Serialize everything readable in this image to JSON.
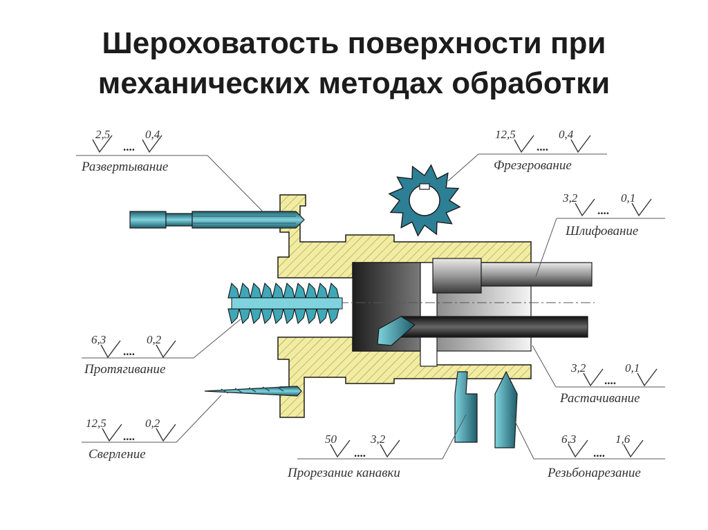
{
  "title": {
    "line1": "Шероховатость поверхности при",
    "line2": "механических методах обработки"
  },
  "labels": {
    "reaming": {
      "name": "Развертывание",
      "rough": "2,5",
      "fine": "0,4",
      "dots": "...."
    },
    "milling": {
      "name": "Фрезерование",
      "rough": "12,5",
      "fine": "0,4",
      "dots": "...."
    },
    "grinding": {
      "name": "Шлифование",
      "rough": "3,2",
      "fine": "0,1",
      "dots": "...."
    },
    "broaching": {
      "name": "Протягивание",
      "rough": "6,3",
      "fine": "0,2",
      "dots": "...."
    },
    "boring": {
      "name": "Растачивание",
      "rough": "3,2",
      "fine": "0,1",
      "dots": "...."
    },
    "drilling": {
      "name": "Сверление",
      "rough": "12,5",
      "fine": "0,2",
      "dots": "...."
    },
    "grooving": {
      "name": "Прорезание канавки",
      "rough": "50",
      "fine": "3,2",
      "dots": "...."
    },
    "threading": {
      "name": "Резьбонарезание",
      "rough": "6,3",
      "fine": "1,6",
      "dots": "...."
    }
  },
  "colors": {
    "part": "#f2eca0",
    "hatch": "#8a8450",
    "tool": "#3fa8b8",
    "tool_dark": "#1f5d6a",
    "bore_dark": "#2d2d2d",
    "outline": "#1a1a1a"
  }
}
